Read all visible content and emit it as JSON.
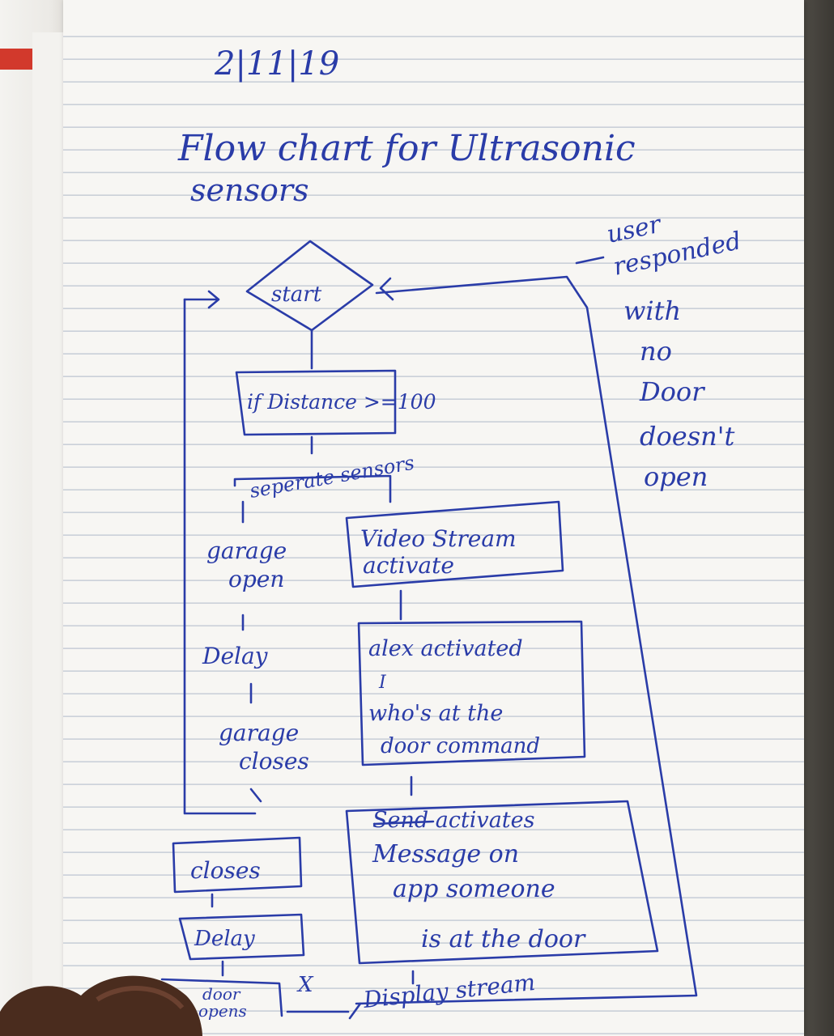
{
  "date": "2|11|19",
  "title_line1": "Flow chart for Ultrasonic",
  "title_line2": "sensors",
  "nodes": {
    "start": "start",
    "if_distance": "if Distance >=100",
    "separate_sensors": "seperate sensors",
    "garage_open": [
      "garage",
      "open"
    ],
    "delay": "Delay",
    "garage_closes": [
      "garage",
      "closes"
    ],
    "video_stream": [
      "Video Stream",
      "activate"
    ],
    "alexa_box": [
      "alex activated",
      "I",
      "who's at the",
      "door command"
    ],
    "message_box": [
      "Send activates",
      "Message on",
      "app someone",
      "is at the door"
    ],
    "closes": "closes",
    "delay2": "Delay",
    "door_opens": [
      "door",
      "opens"
    ],
    "display_stream": "Display stream",
    "x_mark": "X"
  },
  "annotation": [
    "user",
    "responded",
    "with",
    "no",
    "Door",
    "doesn't",
    "open"
  ],
  "colors": {
    "ink": "#2a3ca8",
    "paper": "#f7f6f3",
    "rule": "#c9cfd8"
  }
}
